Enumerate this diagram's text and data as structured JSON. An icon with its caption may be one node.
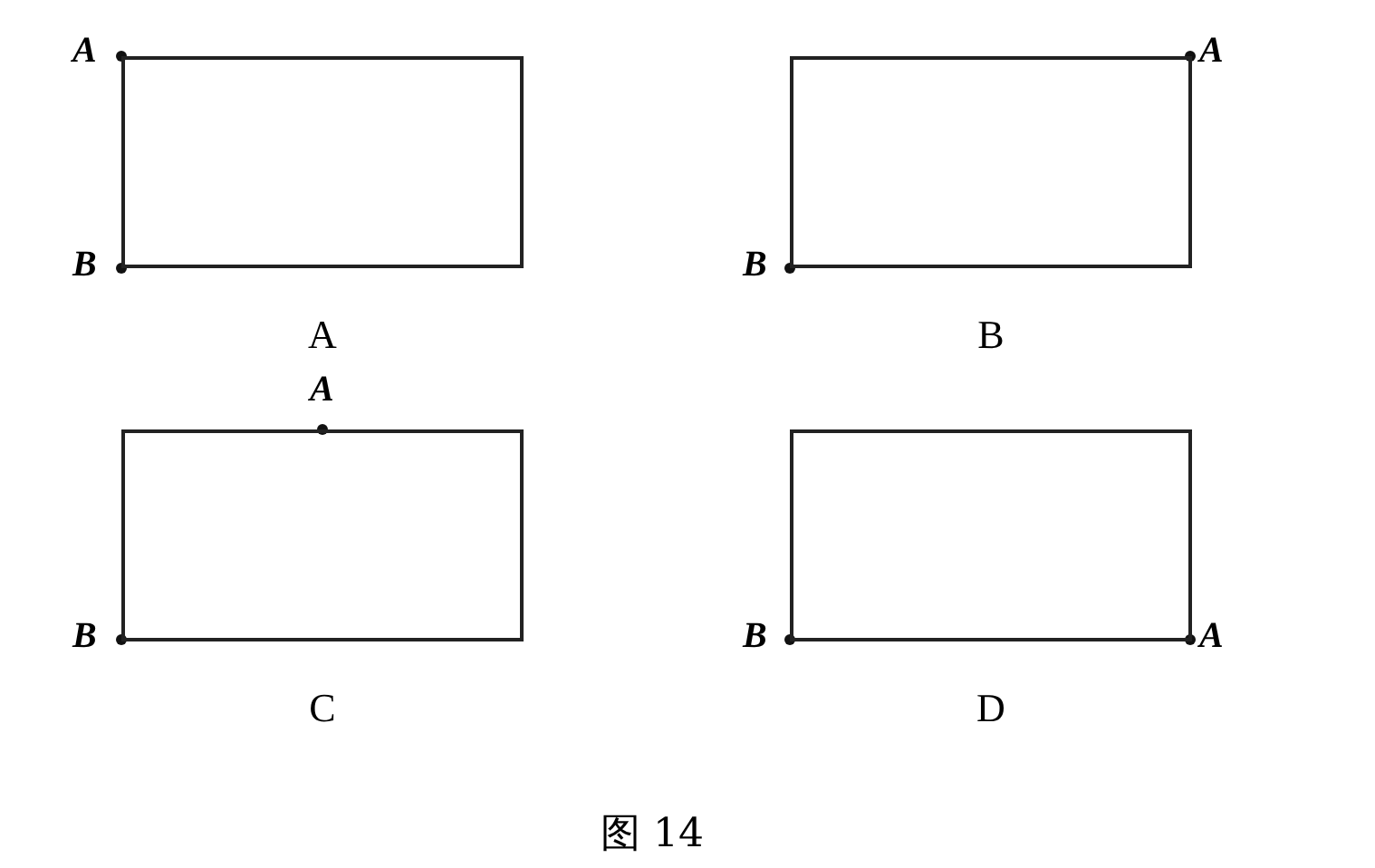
{
  "diagram": {
    "caption": "图 14",
    "nodes": [
      {
        "text": [],
        "shape": "box",
        "beside": [
          "A"
        ]
      },
      {
        "text": [],
        "shape": "box",
        "beside": [
          "B"
        ]
      },
      {
        "text": [],
        "shape": "box",
        "beside": [
          "C"
        ]
      },
      {
        "text": [],
        "shape": "box",
        "beside": [
          "D"
        ]
      }
    ],
    "labels": [
      "A",
      "A",
      "B",
      "B",
      "A",
      "B",
      "B",
      "A"
    ]
  }
}
